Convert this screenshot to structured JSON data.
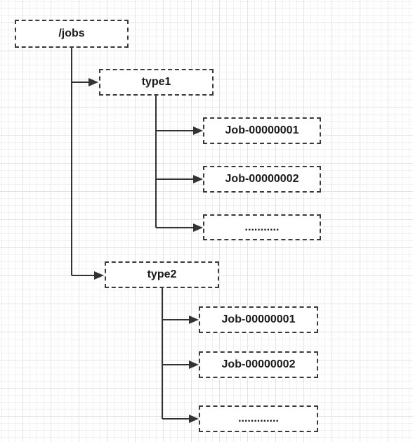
{
  "root": {
    "label": "/jobs"
  },
  "groups": [
    {
      "label": "type1",
      "jobs": [
        "Job-00000001",
        "Job-00000002",
        "..........."
      ]
    },
    {
      "label": "type2",
      "jobs": [
        "Job-00000001",
        "Job-00000002",
        "............."
      ]
    }
  ],
  "colors": {
    "line": "#333333",
    "border": "#3a3a3a",
    "grid": "#e3e3e3"
  }
}
